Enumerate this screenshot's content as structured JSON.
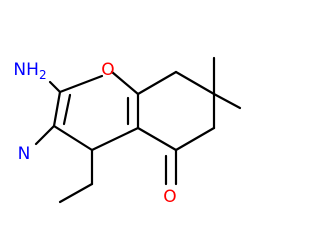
{
  "molecule": {
    "atoms": {
      "amine": {
        "element": "N",
        "hydrogen_symbol": "H",
        "hydrogen_count": "2",
        "color": "#0000ff"
      },
      "ring_oxygen": {
        "element": "O",
        "color": "#ff0000"
      },
      "ketone_oxygen": {
        "element": "O",
        "color": "#ff0000"
      },
      "nitrile_nitrogen": {
        "element": "N",
        "color": "#0000ff"
      }
    },
    "bond_color": "#000000",
    "background": "#ffffff"
  }
}
